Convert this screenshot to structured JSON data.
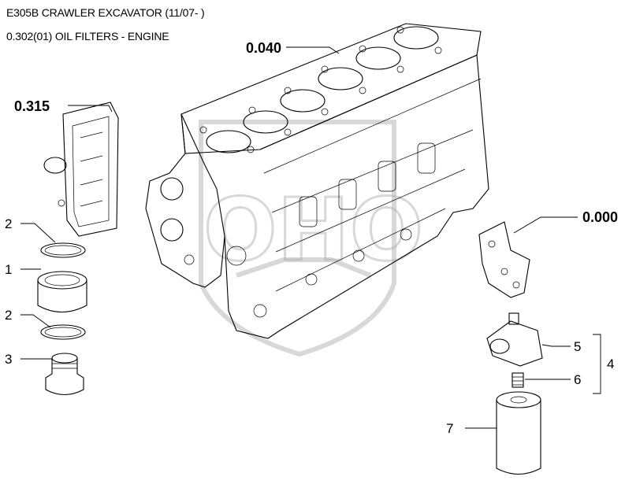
{
  "header": {
    "title": "E305B CRAWLER EXCAVATOR (11/07- )",
    "subtitle": "0.302(01) OIL FILTERS - ENGINE"
  },
  "callouts": {
    "ref_040": "0.040",
    "ref_315": "0.315",
    "ref_000": "0.000",
    "item_2a": "2",
    "item_1": "1",
    "item_2b": "2",
    "item_3": "3",
    "item_5": "5",
    "item_6": "6",
    "item_4": "4",
    "item_7": "7"
  },
  "watermark": {
    "text": "OHO"
  }
}
